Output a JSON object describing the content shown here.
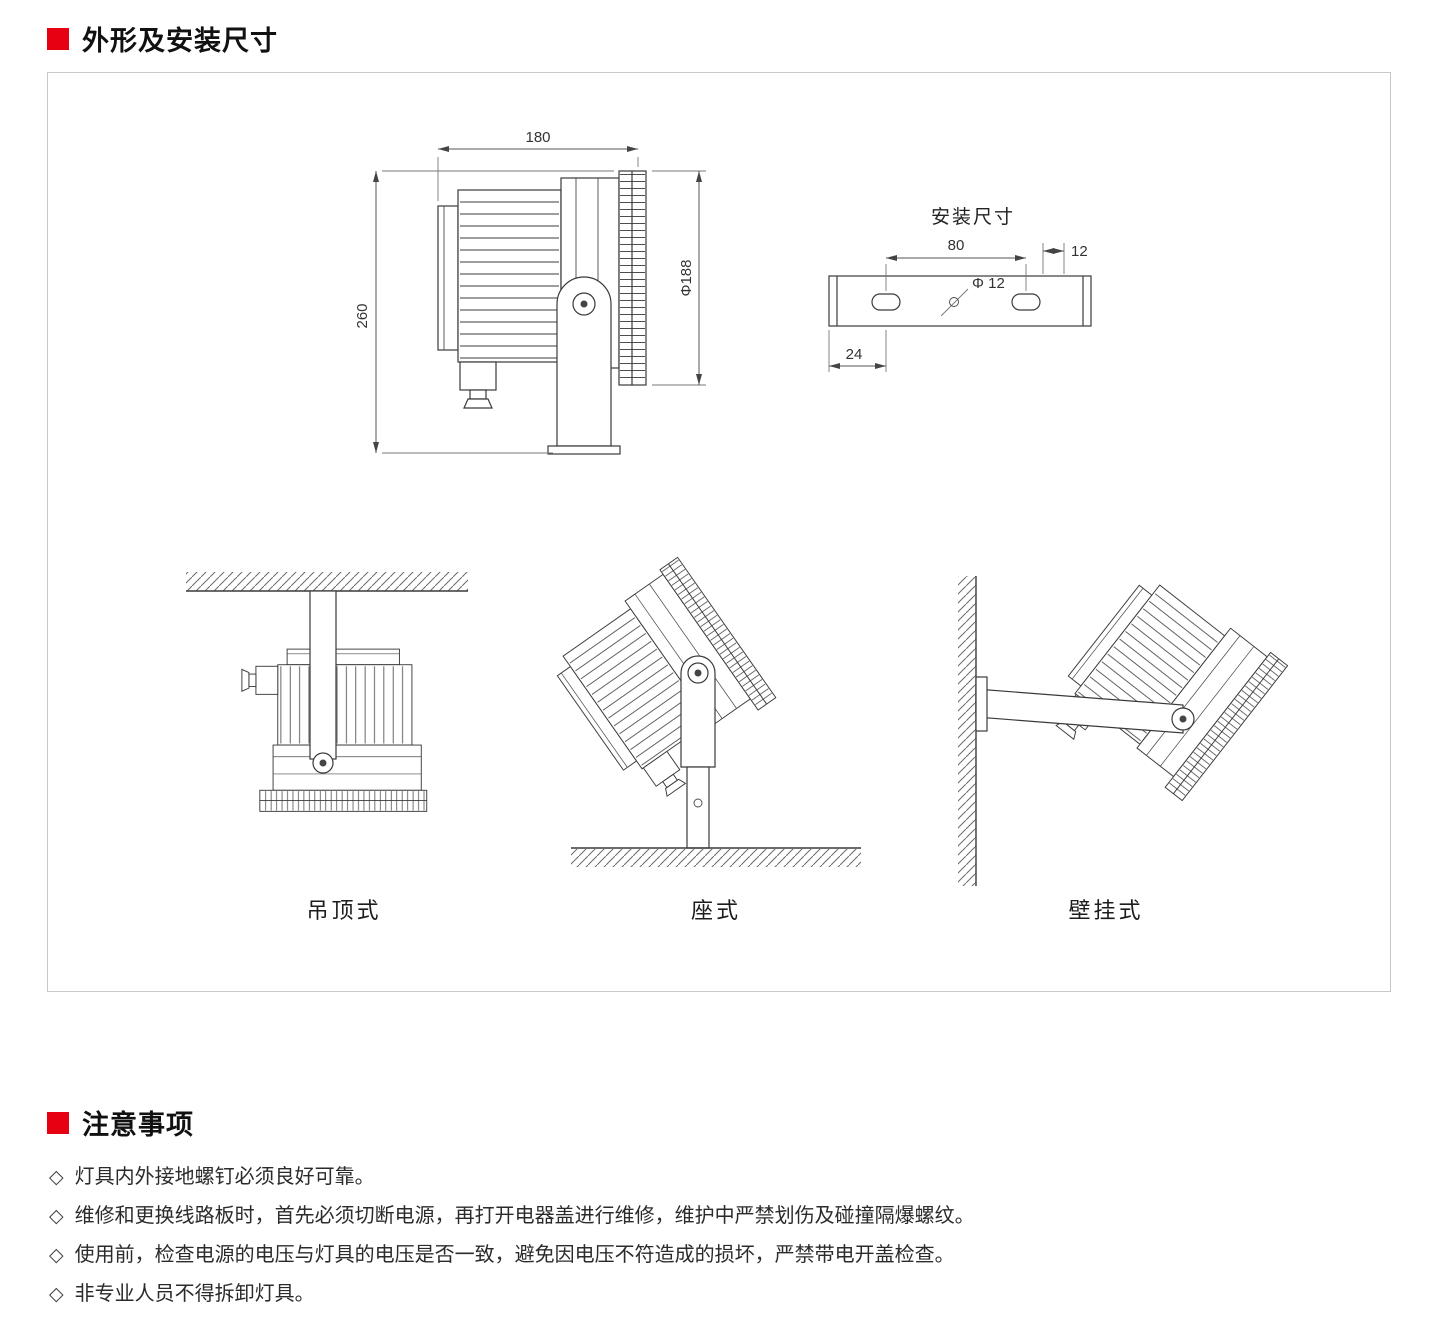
{
  "sections": {
    "dimensions": {
      "title": "外形及安装尺寸"
    },
    "notes": {
      "title": "注意事项"
    }
  },
  "drawings": {
    "side_view": {
      "width": "180",
      "height": "260",
      "diameter": "Φ188"
    },
    "installation": {
      "title": "安装尺寸",
      "hole_spacing": "80",
      "edge_offset": "12",
      "hole_diameter": "Φ 12",
      "side_offset": "24"
    },
    "mounts": {
      "ceiling": "吊顶式",
      "base": "座式",
      "wall": "壁挂式"
    }
  },
  "notes": {
    "bullet": "◇",
    "items": [
      "灯具内外接地螺钉必须良好可靠。",
      "维修和更换线路板时，首先必须切断电源，再打开电器盖进行维修，维护中严禁划伤及碰撞隔爆螺纹。",
      "使用前，检查电源的电压与灯具的电压是否一致，避免因电压不符造成的损坏，严禁带电开盖检查。",
      "非专业人员不得拆卸灯具。"
    ]
  }
}
